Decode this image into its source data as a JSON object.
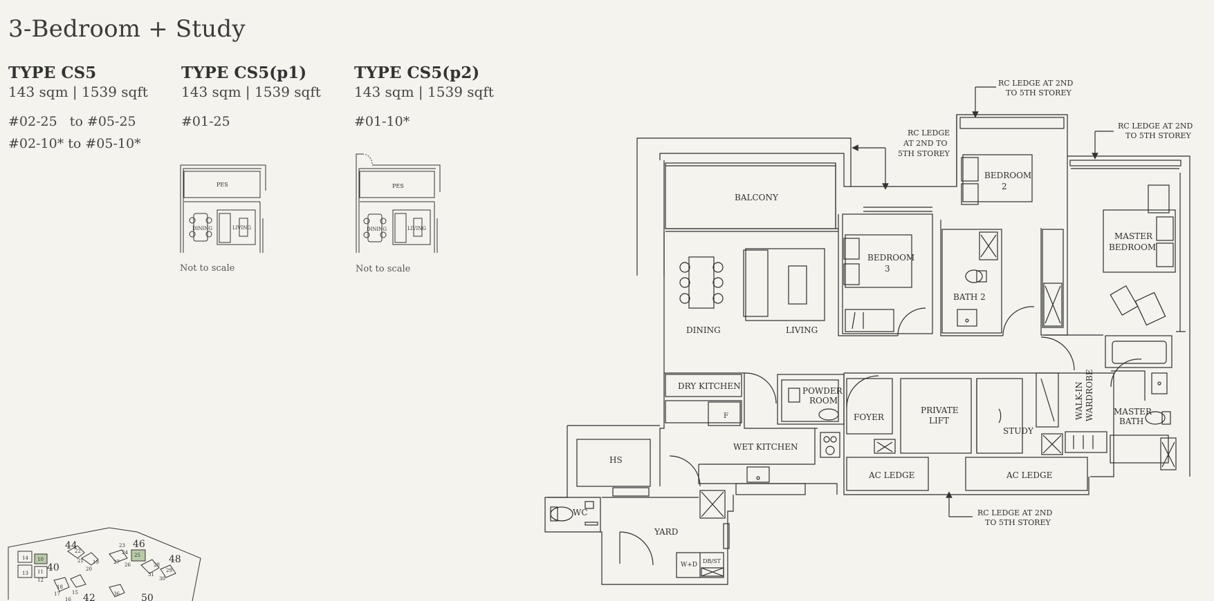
{
  "heading": "3-Bedroom + Study",
  "types": [
    {
      "name": "TYPE CS5",
      "area": "143 sqm | 1539 sqft",
      "units": [
        "#02-25   to #05-25",
        "#02-10* to #05-10*"
      ]
    },
    {
      "name": "TYPE CS5(p1)",
      "area": "143 sqm | 1539 sqft",
      "units": [
        "#01-25"
      ],
      "note": "Not to scale"
    },
    {
      "name": "TYPE CS5(p2)",
      "area": "143 sqm | 1539 sqft",
      "units": [
        "#01-10*"
      ],
      "note": "Not to scale"
    }
  ],
  "thumbnails": {
    "pes": "PES",
    "dining": "DINING",
    "living": "LIVING"
  },
  "plan": {
    "rooms": {
      "balcony": "BALCONY",
      "dining": "DINING",
      "living": "LIVING",
      "bedroom2": [
        "BEDROOM",
        "2"
      ],
      "bedroom3": [
        "BEDROOM",
        "3"
      ],
      "master_bedroom": [
        "MASTER",
        "BEDROOM"
      ],
      "bath2": "BATH 2",
      "dry_kitchen": "DRY KITCHEN",
      "wet_kitchen": "WET KITCHEN",
      "powder_room": [
        "POWDER",
        "ROOM"
      ],
      "foyer": "FOYER",
      "private_lift": [
        "PRIVATE",
        "LIFT"
      ],
      "study": "STUDY",
      "walk_in_wardrobe": [
        "WALK-IN",
        "WARDROBE"
      ],
      "master_bath": [
        "MASTER",
        "BATH"
      ],
      "hs": "HS",
      "wc": "WC",
      "yard": "YARD",
      "wd": "W+D",
      "dbst": "DB/ST",
      "ac_ledge_left": "AC LEDGE",
      "ac_ledge_right": "AC LEDGE",
      "fridge": "F"
    },
    "annotations": {
      "rc_top_center": [
        "RC LEDGE AT 2ND",
        "TO 5TH STOREY"
      ],
      "rc_top_right": [
        "RC LEDGE AT 2ND",
        "TO 5TH STOREY"
      ],
      "rc_left": [
        "RC LEDGE",
        "AT 2ND TO",
        "5TH STOREY"
      ],
      "rc_bottom": [
        "RC LEDGE AT 2ND",
        "TO 5TH STOREY"
      ]
    }
  },
  "site_plan": {
    "block_labels": [
      "44",
      "46",
      "48",
      "40",
      "42",
      "50"
    ],
    "unit_labels": [
      "14",
      "10",
      "11",
      "12",
      "13",
      "22",
      "21",
      "20",
      "19",
      "23",
      "24",
      "25",
      "26",
      "27",
      "28",
      "29",
      "30",
      "31",
      "18",
      "17",
      "15",
      "16",
      "36"
    ]
  }
}
